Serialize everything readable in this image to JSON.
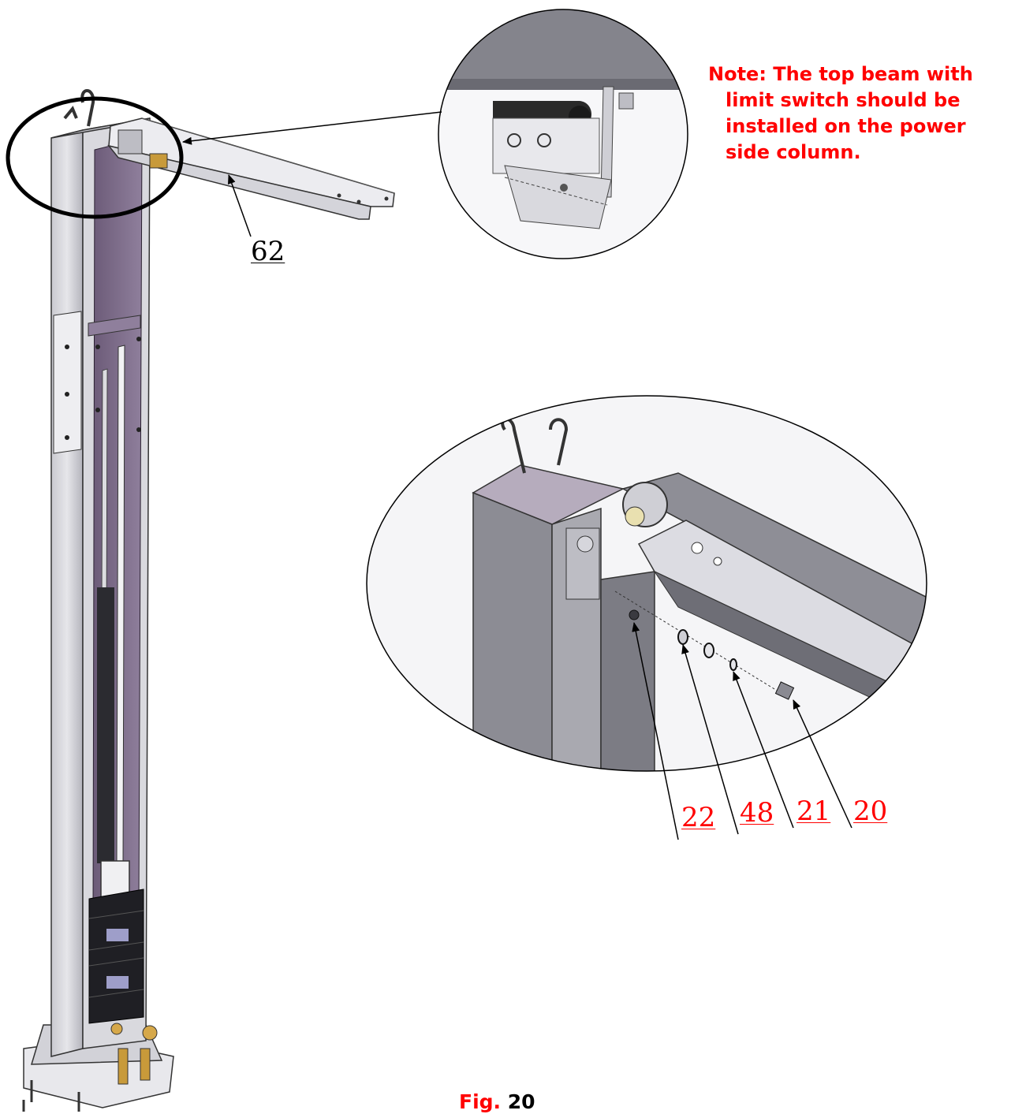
{
  "note": {
    "lines": [
      "Note: The top beam with",
      "limit switch should be",
      "installed on the power",
      "side column."
    ]
  },
  "callouts": {
    "beam": "62",
    "parts": [
      "22",
      "48",
      "21",
      "20"
    ]
  },
  "caption": {
    "prefix": "Fig.",
    "number": "20"
  },
  "colors": {
    "note": "#ff0000",
    "callout_parts": "#ff0000",
    "callout_main": "#000000"
  }
}
